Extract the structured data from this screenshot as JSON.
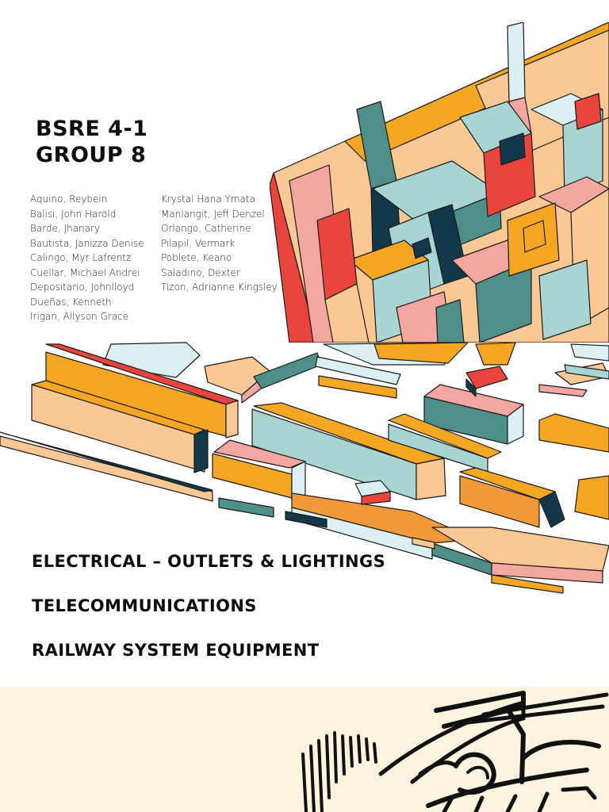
{
  "header": {
    "title_line1": "BSRE 4-1",
    "title_line2": "GROUP 8"
  },
  "members": {
    "column1": [
      "Aquino, Reybein",
      "Balisi, John Harold",
      "Barde, Jhanary",
      "Bautista, Janizza Denise",
      "Calingo, Myr Lafrentz",
      "Cuellar, Michael Andrei",
      "Depositario, Johnlloyd",
      "Dueñas, Kenneth",
      "Irigan, Allyson Grace"
    ],
    "column2": [
      "Krystal Hana Ymata",
      "Manlangit, Jeff Denzel",
      "Orlango, Catherine",
      "Pilapil, Vermark",
      "Poblete, Keano",
      "Saladino, Dexter",
      "Tizon, Adrianne Kingsley"
    ]
  },
  "topics": [
    "ELECTRICAL – OUTLETS & LIGHTINGS",
    "TELECOMMUNICATIONS",
    "RAILWAY SYSTEM EQUIPMENT"
  ],
  "colors": {
    "teal_light": "#a8d5d1",
    "teal_dark": "#4f8f8a",
    "navy": "#12384a",
    "orange": "#f5a623",
    "peach": "#f9c894",
    "pink": "#f4a7a0",
    "red": "#e8453c",
    "pale_blue": "#dcf0f4",
    "cream": "#fdf4e0"
  },
  "illustrations": {
    "top": "isometric-city-blocks",
    "middle": "isometric-floor-blocks",
    "bottom": "hand-drawn-sketch"
  }
}
